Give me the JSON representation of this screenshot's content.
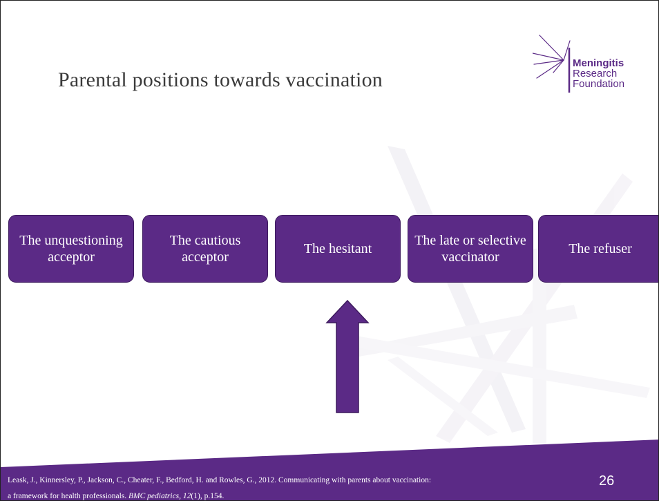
{
  "slide": {
    "title": "Parental positions towards vaccination",
    "page_number": "26"
  },
  "logo": {
    "line1": "Meningitis",
    "line2": "Research",
    "line3": "Foundation"
  },
  "stages": [
    {
      "label": "The unquestioning acceptor"
    },
    {
      "label": "The cautious acceptor"
    },
    {
      "label": "The hesitant"
    },
    {
      "label": "The late or selective vaccinator"
    },
    {
      "label": "The refuser"
    }
  ],
  "citation": {
    "part1": "Leask, J., Kinnersley, P., Jackson, C., Cheater, F., Bedford, H. and Rowles, G., 2012. Communicating with parents about vaccination:",
    "part2": "a framework for health professionals. ",
    "journal": "BMC pediatrics",
    "sep1": ", ",
    "volume": "12",
    "rest": "(1), p.154."
  },
  "colors": {
    "brand_purple": "#5b2a86",
    "title_text": "#3a3a3a",
    "footer_purple": "#5b2a86"
  },
  "icons": {
    "highlight_arrow": "up-arrow-icon",
    "logo_mark": "starburst-logo-icon"
  }
}
